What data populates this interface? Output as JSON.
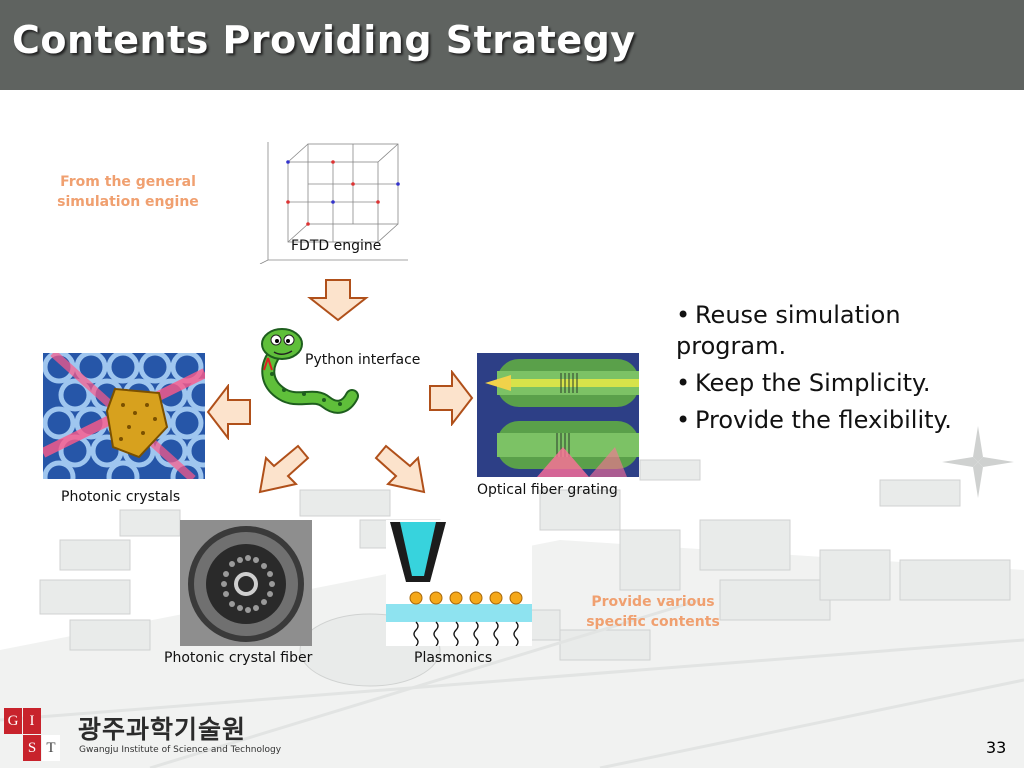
{
  "slide": {
    "title": "Contents Providing Strategy",
    "page_number": "33"
  },
  "annotations": {
    "from_general": "From the general simulation engine",
    "provide_various": "Provide various specific contents"
  },
  "nodes": {
    "fdtd": "FDTD engine",
    "python": "Python interface",
    "photonic_crystals": "Photonic crystals",
    "optical_fiber": "Optical fiber grating",
    "photonic_crystal_fiber": "Photonic crystal fiber",
    "plasmonics": "Plasmonics"
  },
  "bullets": [
    "Reuse simulation program.",
    "Keep the Simplicity.",
    "Provide the flexibility."
  ],
  "logo": {
    "letters": [
      "G",
      "I",
      "S",
      "T"
    ],
    "korean_name": "광주과학기술원",
    "english_name": "Gwangju Institute of Science and Technology"
  },
  "colors": {
    "title_bar": "#5f6360",
    "arrow_fill": "#fce3cc",
    "arrow_stroke": "#b0501a",
    "annotation": "#f0a070",
    "logo_red": "#c8232c"
  }
}
